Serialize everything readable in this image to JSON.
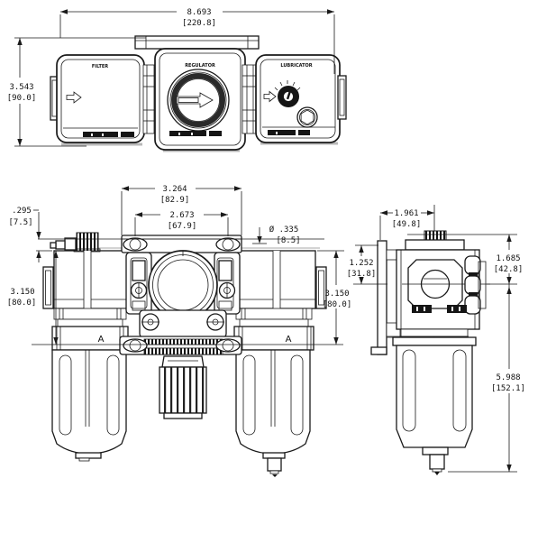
{
  "top_view": {
    "module_labels": [
      "FILTER",
      "REGULATOR",
      "LUBRICATOR"
    ],
    "width": {
      "in": "8.693",
      "mm": "[220.8]"
    },
    "depth": {
      "in": "3.543",
      "mm": "[90.0]"
    }
  },
  "front_view": {
    "bracket_width": {
      "in": "3.264",
      "mm": "[82.9]"
    },
    "hole_spacing": {
      "in": "2.673",
      "mm": "[67.9]"
    },
    "hole_dia": {
      "in": "Ø .335",
      "mm": "[8.5]"
    },
    "top_offset": {
      "in": ".295",
      "mm": "[7.5]"
    },
    "height_left": {
      "in": "3.150",
      "mm": "[80.0]"
    },
    "height_right": {
      "in": "3.150",
      "mm": "[80.0]"
    },
    "section_left": "A",
    "section_right": "A"
  },
  "side_view": {
    "width": {
      "in": "1.961",
      "mm": "[49.8]"
    },
    "bracket_offset": {
      "in": "1.252",
      "mm": "[31.8]"
    },
    "top_to_center": {
      "in": "1.685",
      "mm": "[42.8]"
    },
    "overall_height": {
      "in": "5.988",
      "mm": "[152.1]"
    }
  },
  "colors": {
    "line": "#1a1a1a",
    "dark_fill": "#151515",
    "shadow": "#b8b8b8",
    "background": "#ffffff"
  }
}
